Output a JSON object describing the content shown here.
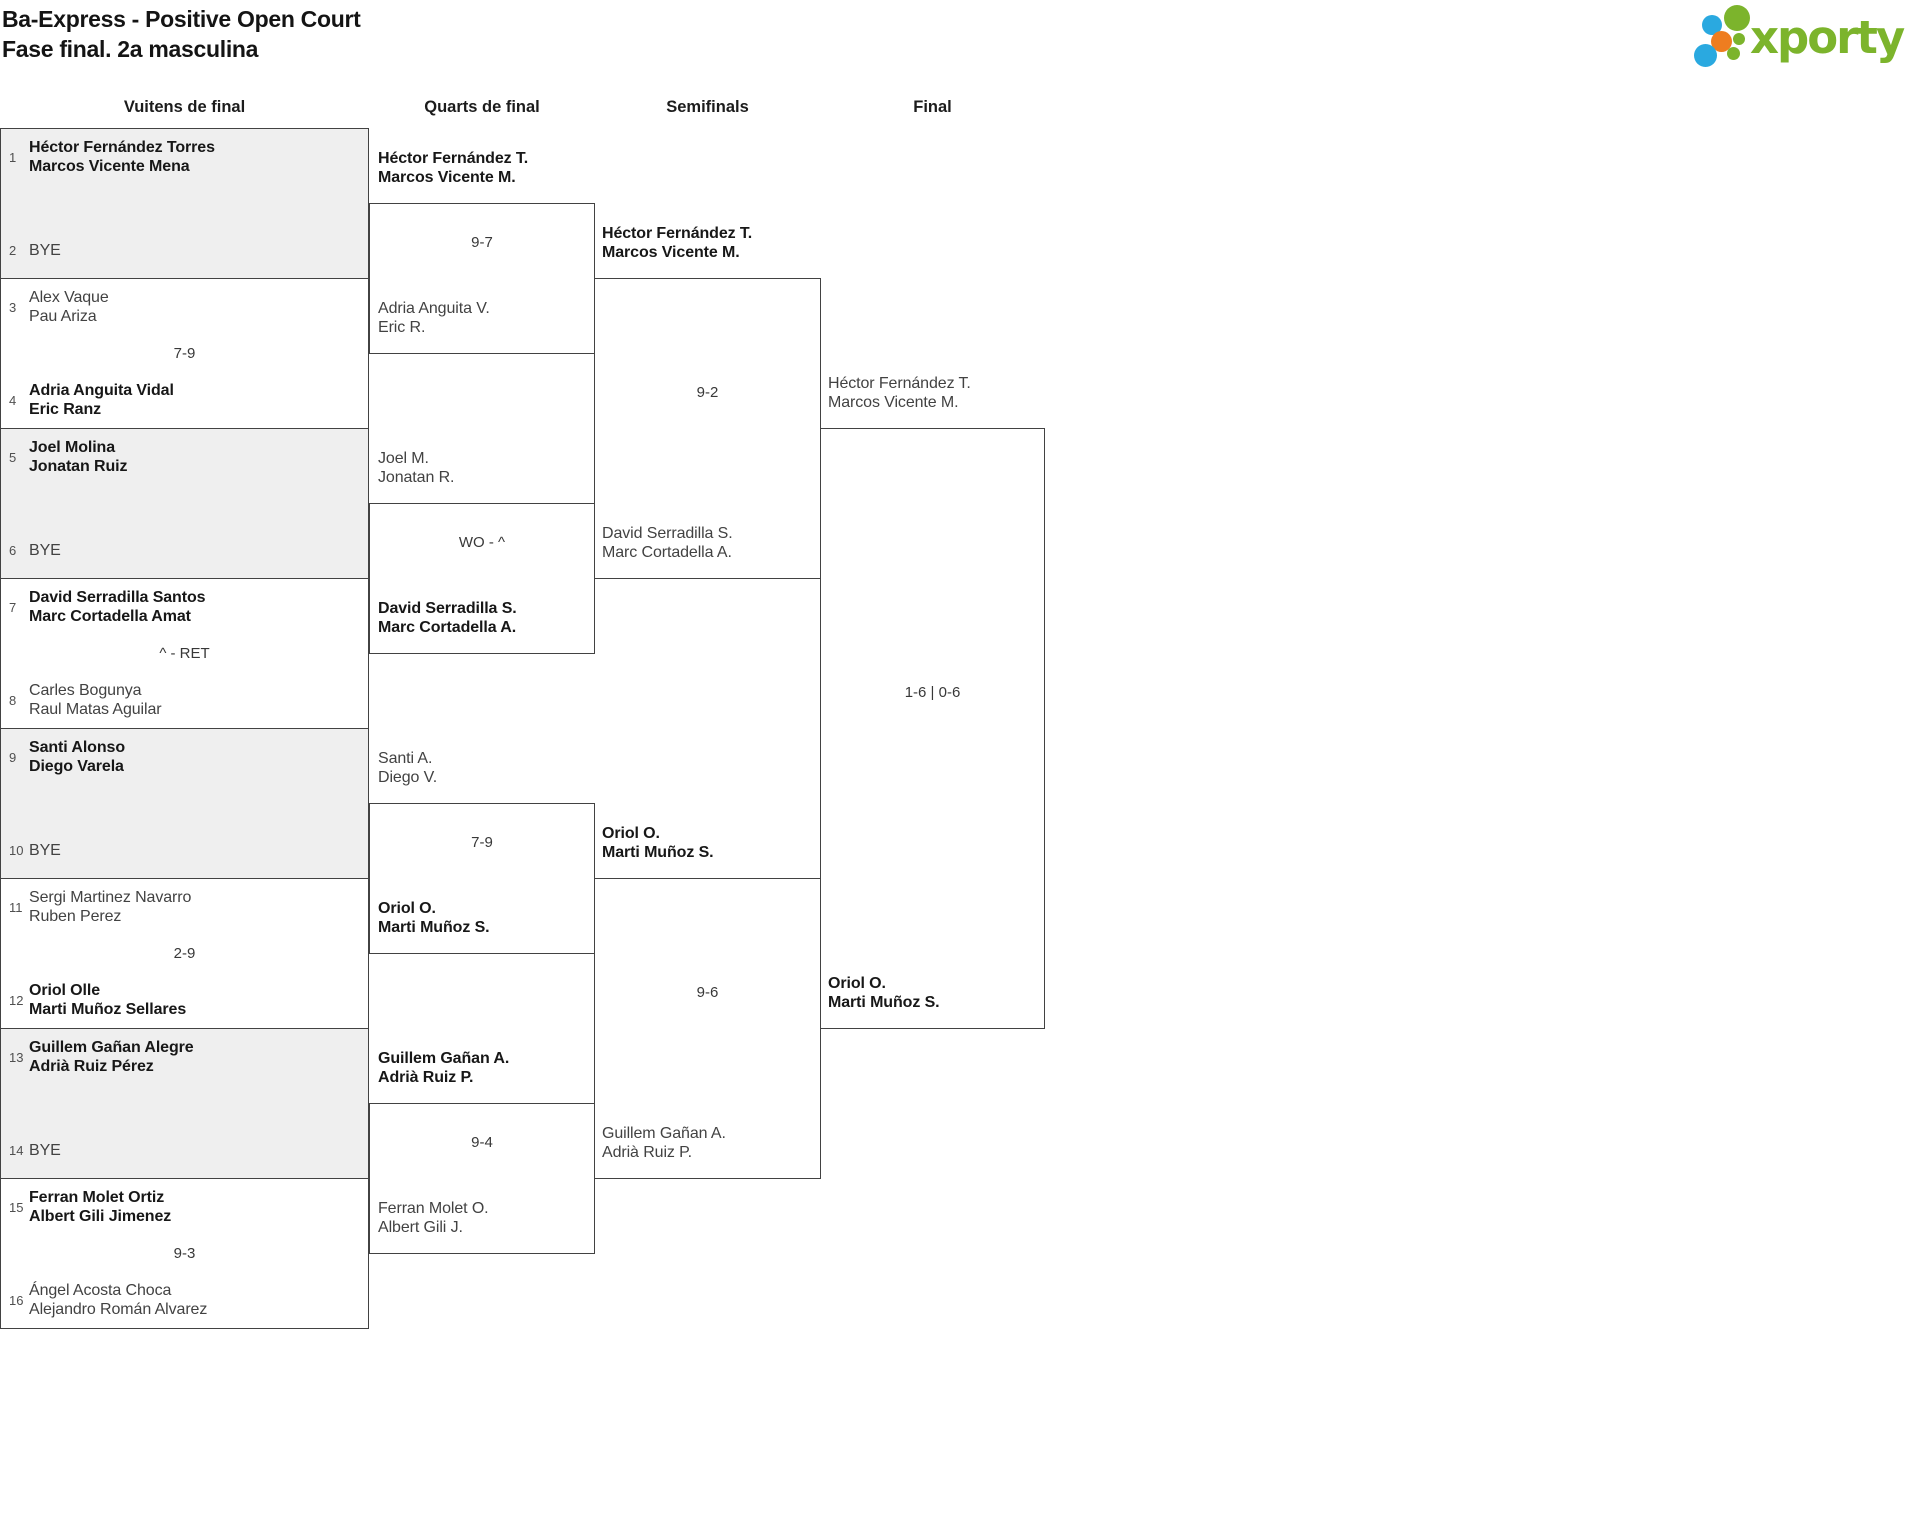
{
  "page": {
    "title_line1": "Ba-Express - Positive Open Court",
    "title_line2": "Fase final. 2a masculina"
  },
  "logo": {
    "text": "xporty",
    "green": "#7cb42c",
    "blue": "#2aa9e0",
    "orange": "#ee7d20"
  },
  "round_labels": {
    "r16": "Vuitens de final",
    "qf": "Quarts de final",
    "sf": "Semifinals",
    "final": "Final"
  },
  "r16": [
    {
      "seed_top": "1",
      "top1": "Héctor Fernández Torres",
      "top2": "Marcos Vicente Mena",
      "top_bold": true,
      "score": "",
      "seed_bottom": "2",
      "bot1": "BYE",
      "bot2": "",
      "bot_bold": false
    },
    {
      "seed_top": "3",
      "top1": "Alex Vaque",
      "top2": "Pau Ariza",
      "top_bold": false,
      "score": "7-9",
      "seed_bottom": "4",
      "bot1": "Adria Anguita Vidal",
      "bot2": "Eric Ranz",
      "bot_bold": true
    },
    {
      "seed_top": "5",
      "top1": "Joel Molina",
      "top2": "Jonatan Ruiz",
      "top_bold": true,
      "score": "",
      "seed_bottom": "6",
      "bot1": "BYE",
      "bot2": "",
      "bot_bold": false
    },
    {
      "seed_top": "7",
      "top1": "David Serradilla Santos",
      "top2": "Marc Cortadella Amat",
      "top_bold": true,
      "score": "^ - RET",
      "seed_bottom": "8",
      "bot1": "Carles Bogunya",
      "bot2": "Raul Matas Aguilar",
      "bot_bold": false
    },
    {
      "seed_top": "9",
      "top1": "Santi Alonso",
      "top2": "Diego Varela",
      "top_bold": true,
      "score": "",
      "seed_bottom": "10",
      "bot1": "BYE",
      "bot2": "",
      "bot_bold": false
    },
    {
      "seed_top": "11",
      "top1": "Sergi Martinez Navarro",
      "top2": "Ruben Perez",
      "top_bold": false,
      "score": "2-9",
      "seed_bottom": "12",
      "bot1": "Oriol Olle",
      "bot2": "Marti Muñoz Sellares",
      "bot_bold": true
    },
    {
      "seed_top": "13",
      "top1": "Guillem Gañan Alegre",
      "top2": "Adrià Ruiz Pérez",
      "top_bold": true,
      "score": "",
      "seed_bottom": "14",
      "bot1": "BYE",
      "bot2": "",
      "bot_bold": false
    },
    {
      "seed_top": "15",
      "top1": "Ferran Molet Ortiz",
      "top2": "Albert Gili Jimenez",
      "top_bold": true,
      "score": "9-3",
      "seed_bottom": "16",
      "bot1": "Ángel Acosta Choca",
      "bot2": "Alejandro Román Alvarez",
      "bot_bold": false
    }
  ],
  "qf": [
    {
      "top1": "Héctor Fernández T.",
      "top2": "Marcos Vicente M.",
      "top_bold": true,
      "score": "9-7",
      "bot1": "Adria Anguita V.",
      "bot2": "Eric R.",
      "bot_bold": false
    },
    {
      "top1": "Joel M.",
      "top2": "Jonatan R.",
      "top_bold": false,
      "score": "WO - ^",
      "bot1": "David Serradilla S.",
      "bot2": "Marc Cortadella A.",
      "bot_bold": true
    },
    {
      "top1": "Santi A.",
      "top2": "Diego V.",
      "top_bold": false,
      "score": "7-9",
      "bot1": "Oriol O.",
      "bot2": "Marti Muñoz S.",
      "bot_bold": true
    },
    {
      "top1": "Guillem Gañan A.",
      "top2": "Adrià Ruiz P.",
      "top_bold": true,
      "score": "9-4",
      "bot1": "Ferran Molet O.",
      "bot2": "Albert Gili J.",
      "bot_bold": false
    }
  ],
  "sf": [
    {
      "top1": "Héctor Fernández T.",
      "top2": "Marcos Vicente M.",
      "top_bold": true,
      "score": "9-2",
      "bot1": "David Serradilla S.",
      "bot2": "Marc Cortadella A.",
      "bot_bold": false
    },
    {
      "top1": "Oriol O.",
      "top2": "Marti Muñoz S.",
      "top_bold": true,
      "score": "9-6",
      "bot1": "Guillem Gañan A.",
      "bot2": "Adrià Ruiz P.",
      "bot_bold": false
    }
  ],
  "final": {
    "top1": "Héctor Fernández T.",
    "top2": "Marcos Vicente M.",
    "top_bold": false,
    "score": "1-6 | 0-6",
    "bot1": "Oriol O.",
    "bot2": "Marti Muñoz S.",
    "bot_bold": true
  }
}
